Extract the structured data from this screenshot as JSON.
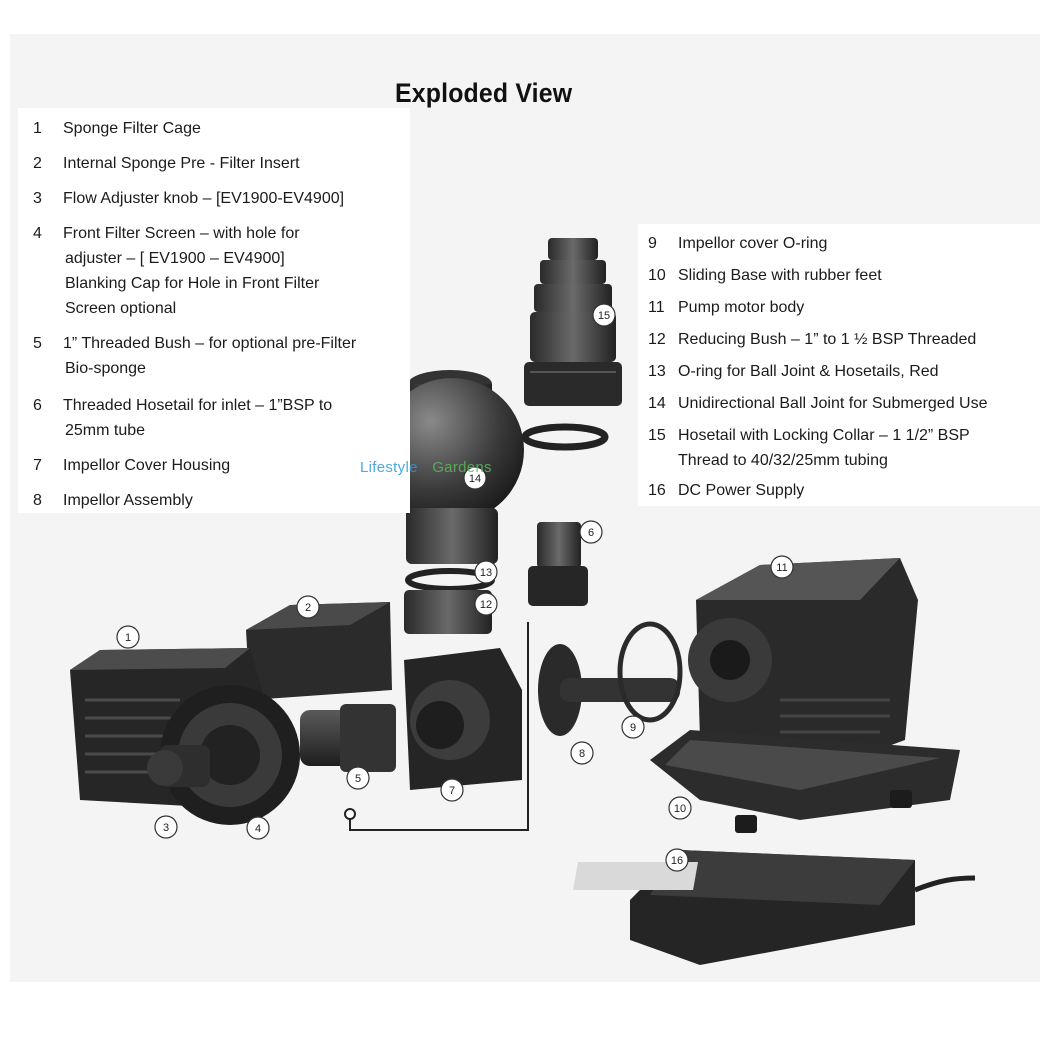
{
  "title": "Exploded View",
  "watermark": {
    "left": "Lifestyle",
    "right": "Gardens"
  },
  "parts_left": [
    {
      "num": "1",
      "lines": [
        "Sponge Filter Cage"
      ]
    },
    {
      "num": "2",
      "lines": [
        "Internal Sponge Pre - Filter Insert"
      ]
    },
    {
      "num": "3",
      "lines": [
        "Flow Adjuster knob – [EV1900-EV4900]"
      ]
    },
    {
      "num": "4",
      "lines": [
        "Front Filter Screen – with hole for",
        "adjuster – [ EV1900 – EV4900]",
        "Blanking Cap for Hole in Front Filter",
        "Screen optional"
      ]
    },
    {
      "num": "5",
      "lines": [
        "1” Threaded Bush – for optional pre-Filter",
        "Bio-sponge"
      ]
    },
    {
      "num": "6",
      "lines": [
        "Threaded Hosetail for inlet – 1”BSP to",
        "25mm tube"
      ]
    },
    {
      "num": "7",
      "lines": [
        "Impellor Cover Housing"
      ]
    },
    {
      "num": "8",
      "lines": [
        "Impellor Assembly"
      ]
    }
  ],
  "parts_right": [
    {
      "num": "9",
      "lines": [
        "Impellor cover O-ring"
      ]
    },
    {
      "num": "10",
      "lines": [
        "Sliding Base with rubber feet"
      ]
    },
    {
      "num": "11",
      "lines": [
        "Pump motor body"
      ]
    },
    {
      "num": "12",
      "lines": [
        "Reducing Bush – 1” to 1 ½ BSP Threaded"
      ]
    },
    {
      "num": "13",
      "lines": [
        "O-ring for Ball Joint & Hosetails, Red"
      ]
    },
    {
      "num": "14",
      "lines": [
        "Unidirectional Ball Joint for Submerged Use"
      ]
    },
    {
      "num": "15",
      "lines": [
        "Hosetail with Locking Collar – 1 1/2” BSP",
        "Thread to 40/32/25mm tubing"
      ]
    },
    {
      "num": "16",
      "lines": [
        "DC Power Supply"
      ]
    }
  ],
  "callouts": [
    "1",
    "2",
    "3",
    "4",
    "5",
    "6",
    "7",
    "8",
    "9",
    "10",
    "11",
    "12",
    "13",
    "14",
    "15",
    "16"
  ]
}
